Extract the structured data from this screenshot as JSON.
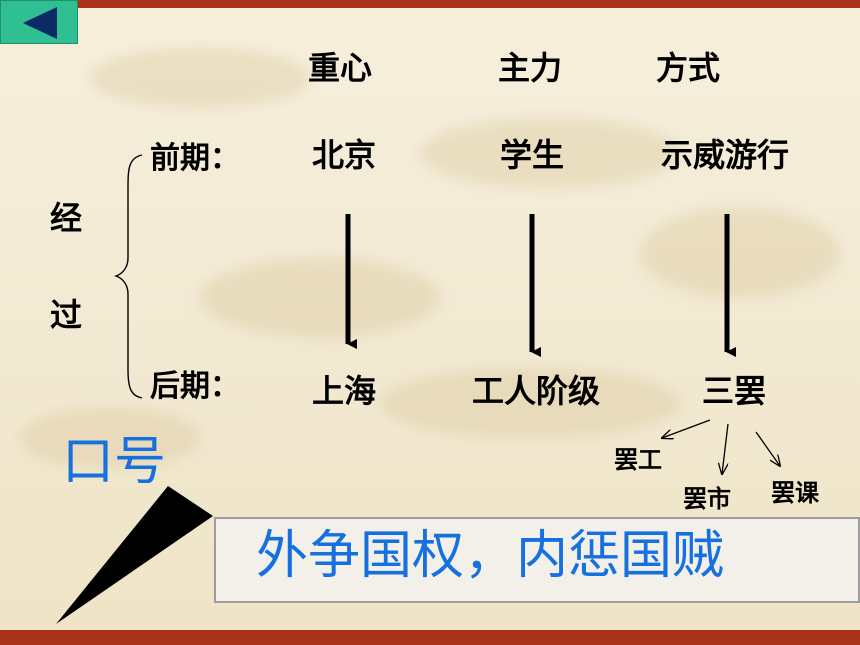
{
  "header": {
    "col1": "重心",
    "col2": "主力",
    "col3": "方式"
  },
  "side_label": {
    "line1": "经",
    "line2": "过"
  },
  "early": {
    "label": "前期：",
    "center": "北京",
    "force": "学生",
    "method": "示威游行"
  },
  "late": {
    "label": "后期：",
    "center": "上海",
    "force": "工人阶级",
    "method": "三罢"
  },
  "strikes": {
    "work": "罢工",
    "market": "罢市",
    "class": "罢课"
  },
  "slogan": {
    "title": "口号",
    "text": "外争国权，内惩国贼"
  },
  "colors": {
    "accent_blue": "#1670e0",
    "border_red": "#a8321a",
    "nav_green": "#2fbf93"
  },
  "icons": {
    "back": "back-triangle-icon"
  }
}
